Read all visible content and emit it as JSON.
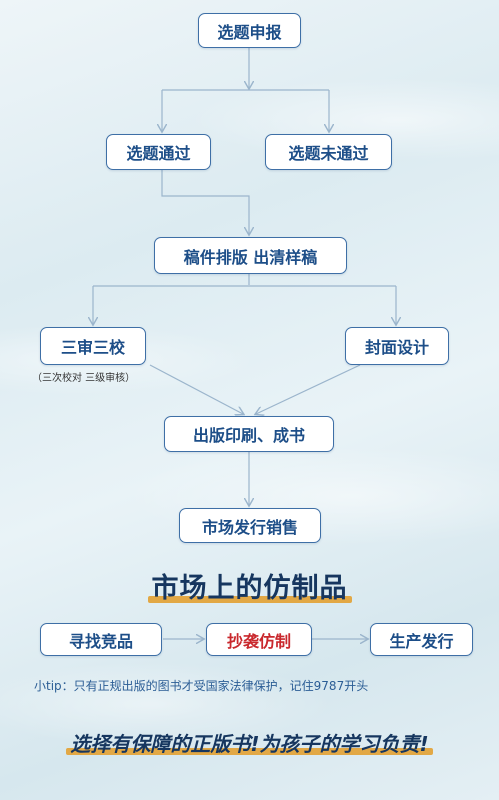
{
  "flow": {
    "step_submit": "选题申报",
    "step_pass": "选题通过",
    "step_fail": "选题未通过",
    "step_typeset": "稿件排版 出清样稿",
    "step_review": "三审三校",
    "review_note": "（三次校对  三级审核）",
    "step_cover": "封面设计",
    "step_print": "出版印刷、成书",
    "step_market": "市场发行销售"
  },
  "fake": {
    "heading": "市场上的仿制品",
    "step_find": "寻找竞品",
    "step_copy": "抄袭仿制",
    "step_produce": "生产发行"
  },
  "tip": "小tip：只有正规出版的图书才受国家法律保护，记住9787开头",
  "slogan": "选择有保障的正版书!为孩子的学习负责!",
  "colors": {
    "box_border": "#3e6fa6",
    "text_blue": "#1d4e88",
    "text_red": "#c9282d",
    "highlight": "#e2a845"
  }
}
